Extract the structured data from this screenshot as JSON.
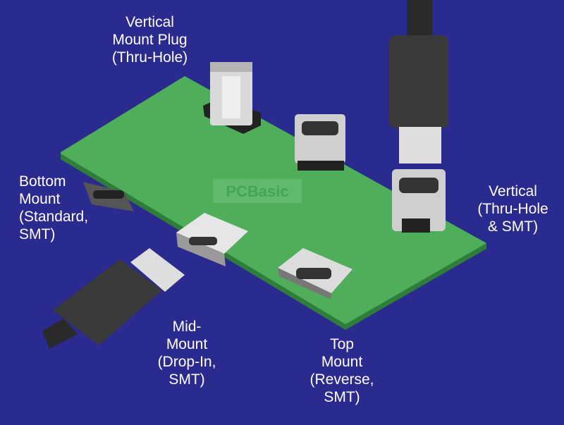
{
  "labels": {
    "vertical_mount_plug": "Vertical\nMount Plug\n(Thru-Hole)",
    "bottom_mount": "Bottom\nMount\n(Standard,\nSMT)",
    "vertical_thru_hole_smt": "Vertical\n(Thru-Hole\n& SMT)",
    "mid_mount": "Mid-\nMount\n(Drop-In,\nSMT)",
    "top_mount": "Top\nMount\n(Reverse,\nSMT)"
  },
  "watermark": "PCBasic",
  "colors": {
    "background": "#2b2a8e",
    "board": "#4fae5a",
    "board_edge": "#2f7d3a"
  }
}
